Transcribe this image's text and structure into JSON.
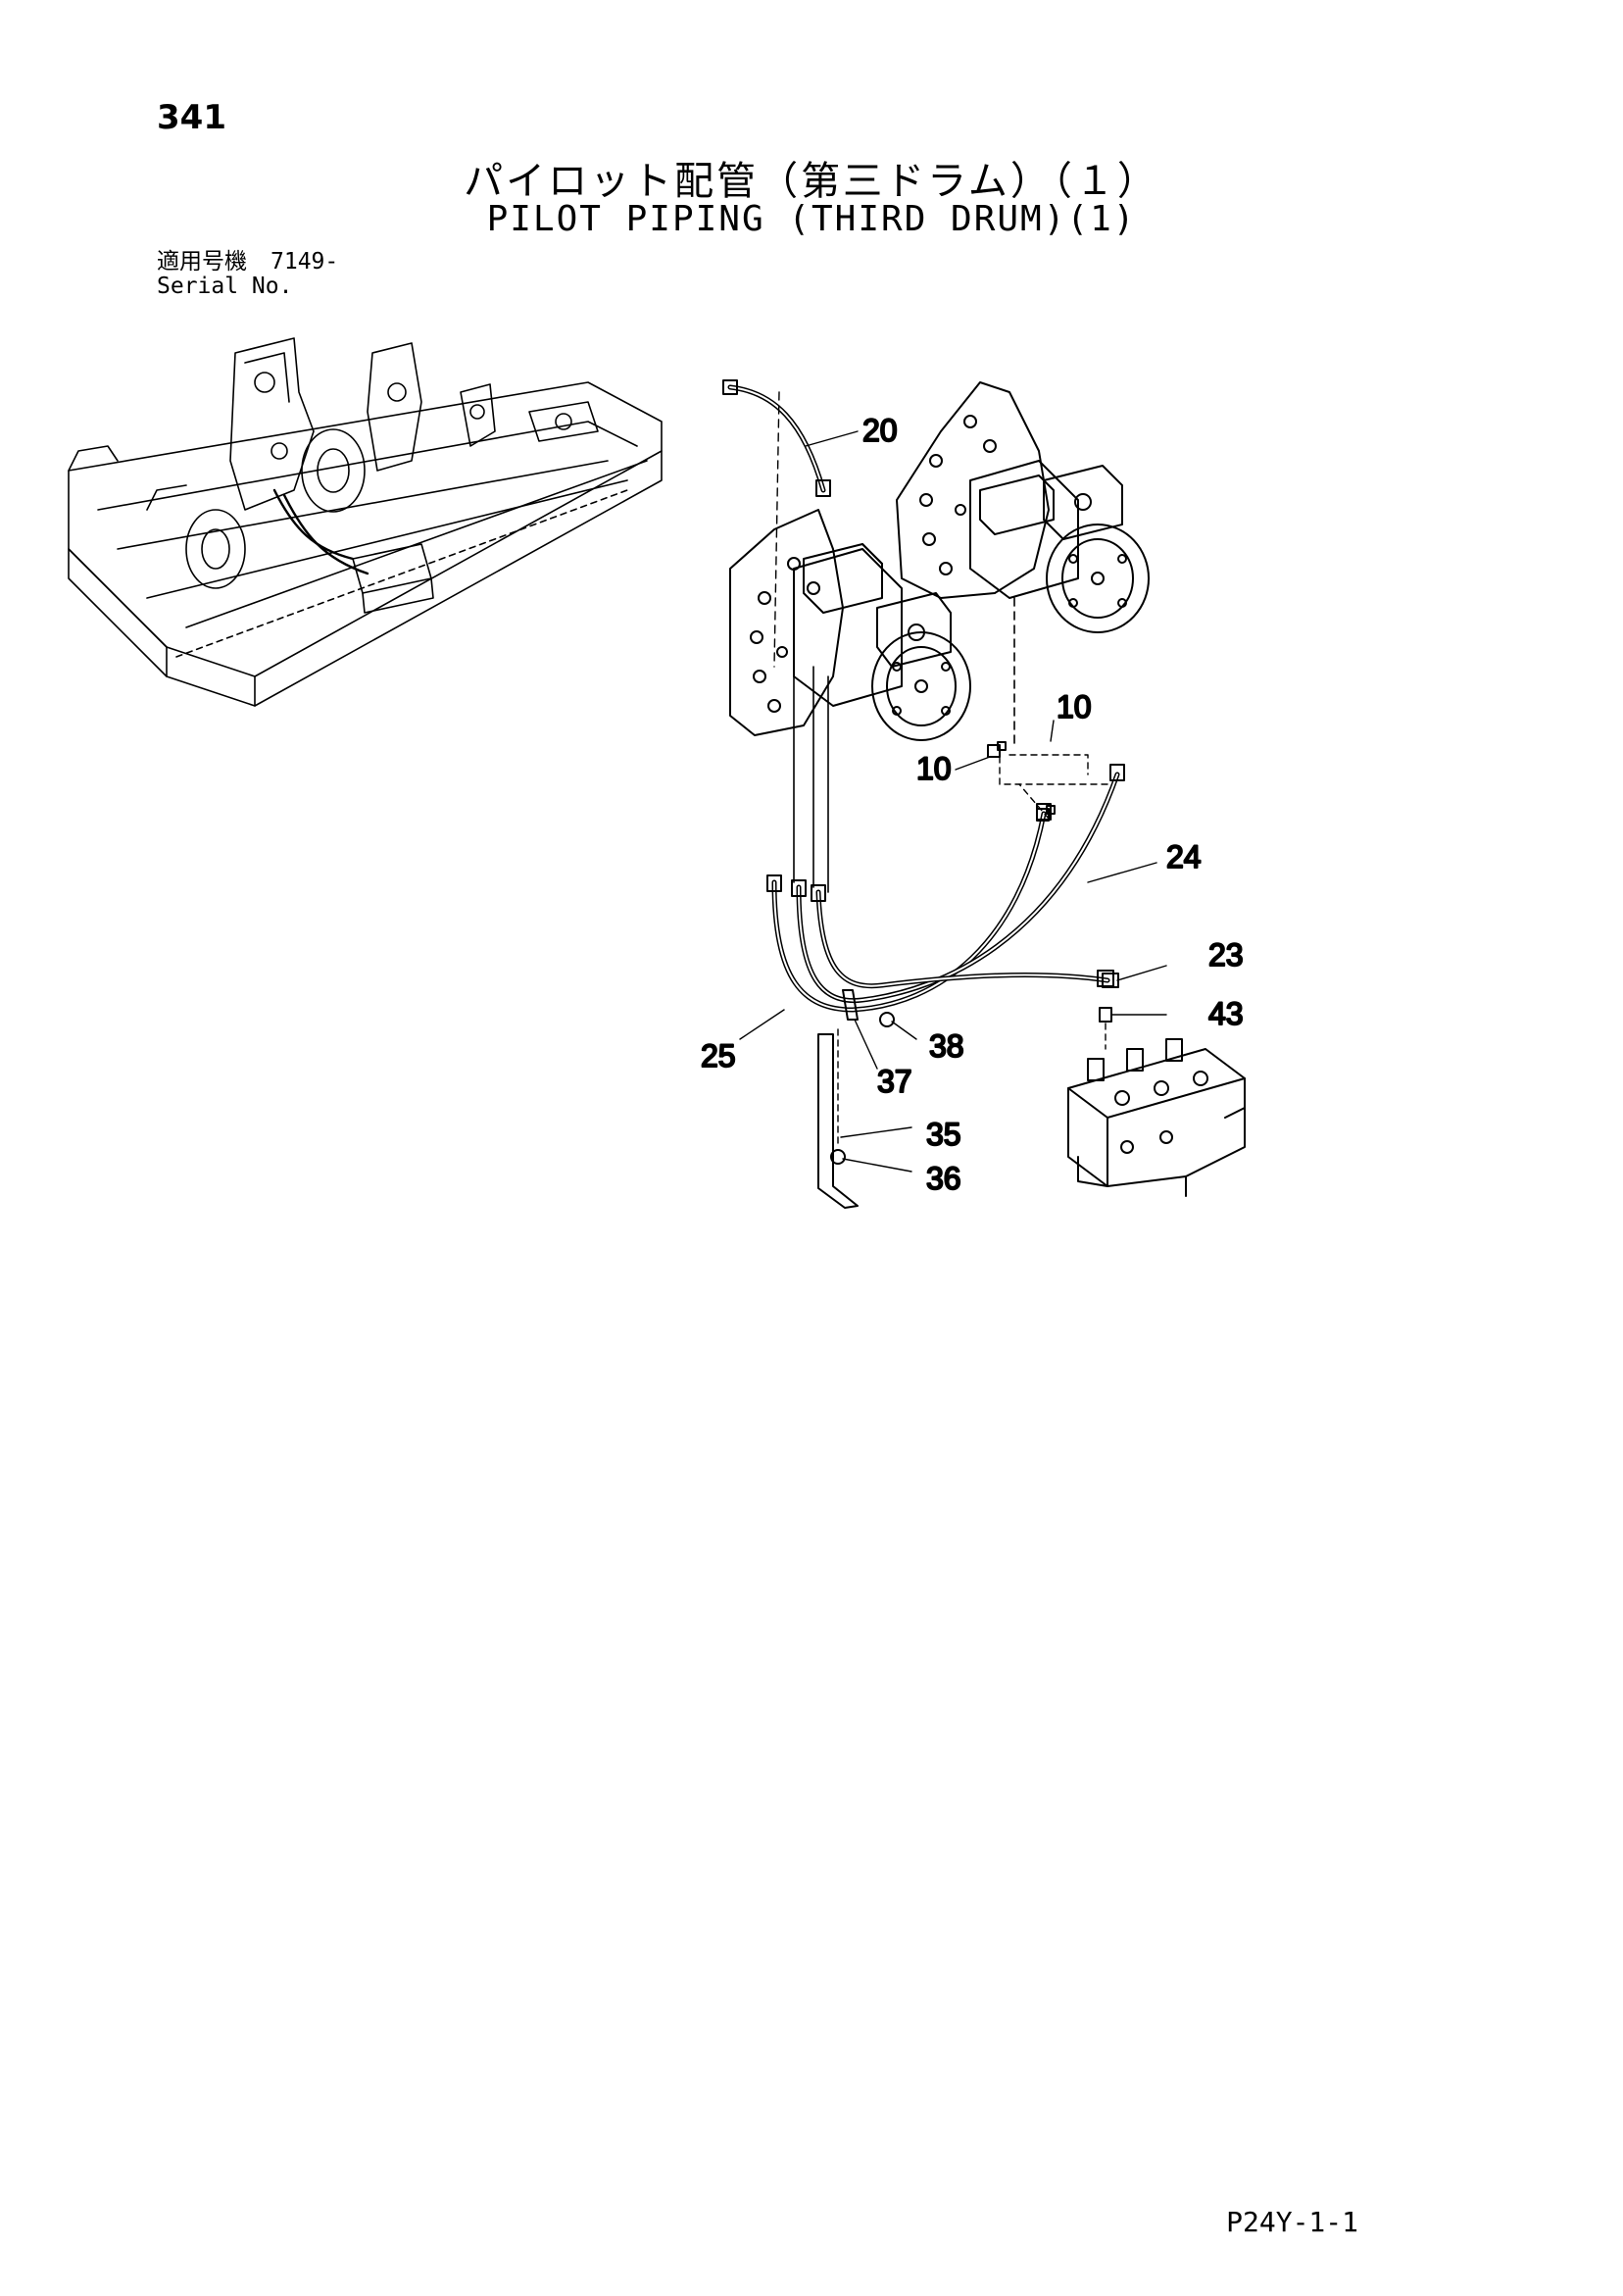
{
  "page": {
    "number": "341",
    "title_jp": "パイロット配管（第三ドラム）（１）",
    "title_en": "PILOT PIPING (THIRD DRUM)(1)",
    "serial_label_jp": "適用号機",
    "serial_value": "7149-",
    "serial_label_en": "Serial No.",
    "footer_code": "P24Y-1-1"
  },
  "callouts": [
    {
      "id": "callout-20",
      "label": "20"
    },
    {
      "id": "callout-10-upper",
      "label": "10"
    },
    {
      "id": "callout-10-lower",
      "label": "10"
    },
    {
      "id": "callout-24",
      "label": "24"
    },
    {
      "id": "callout-23",
      "label": "23"
    },
    {
      "id": "callout-43",
      "label": "43"
    },
    {
      "id": "callout-38",
      "label": "38"
    },
    {
      "id": "callout-25",
      "label": "25"
    },
    {
      "id": "callout-37",
      "label": "37"
    },
    {
      "id": "callout-35",
      "label": "35"
    },
    {
      "id": "callout-36",
      "label": "36"
    }
  ]
}
